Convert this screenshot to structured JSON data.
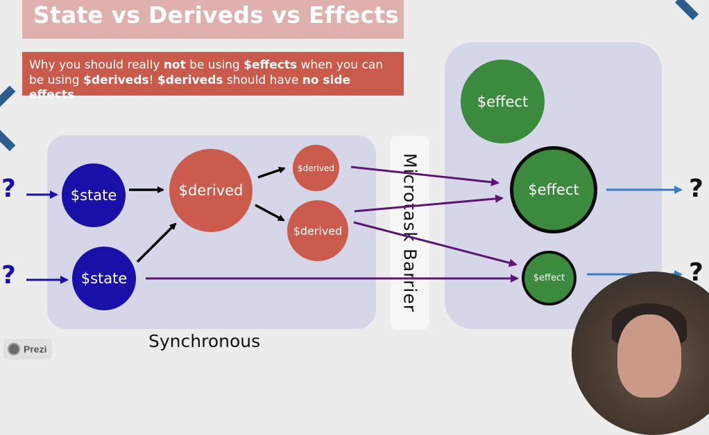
{
  "title": "State vs Deriveds vs Effects",
  "subtitle": {
    "p1": "Why you should really ",
    "b1": "not",
    "p2": " be using ",
    "b2": "$effects",
    "p3": " when you can be using ",
    "b3": "$deriveds",
    "p4": "! ",
    "b4": "$deriveds",
    "p5": " should have ",
    "b5": "no side effects"
  },
  "nodes": {
    "state": "$state",
    "derived": "$derived",
    "effect": "$effect"
  },
  "question_mark": "?",
  "barrier_label": "Microtask Barrier",
  "sync_label": "Synchronous",
  "brand": "Prezi",
  "colors": {
    "state": "#1a0fa8",
    "derived": "#cb5c4d",
    "effect": "#3b8a3e",
    "purple_edge": "#5a1670",
    "blue_edge": "#3a7cc2",
    "panel": "#d5d7e8",
    "title_bg": "#dfb0ad",
    "subtitle_bg": "#c95a4c"
  }
}
